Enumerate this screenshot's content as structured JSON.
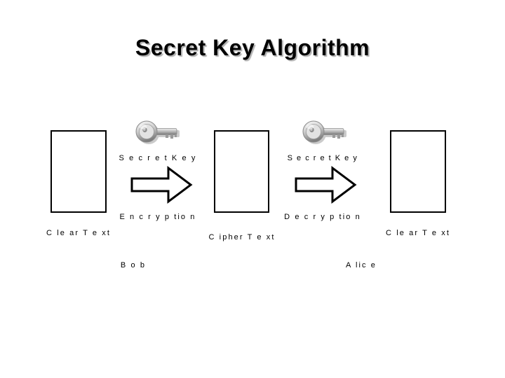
{
  "slide": {
    "title": "Secret Key Algorithm",
    "background_color": "#ffffff",
    "title_color": "#000000",
    "title_shadow_color": "#b0b0b0",
    "outline_color": "#000000"
  },
  "diagram": {
    "type": "symmetric-encryption-flow",
    "boxes": [
      {
        "id": "clear-text-left",
        "label": "C le ar T e xt"
      },
      {
        "id": "cipher-text",
        "label": "C ipher T e xt"
      },
      {
        "id": "clear-text-right",
        "label": "C le ar T e xt"
      }
    ],
    "stages": [
      {
        "id": "encryption",
        "key_label": "S e c r e t   K e y",
        "operation_label": "E n c r y p tio n",
        "actor": "B o b",
        "key_icon": "key-icon",
        "arrow_icon": "block-arrow-right-icon"
      },
      {
        "id": "decryption",
        "key_label": "S e c r e t K e y",
        "operation_label": "D e c r y p tio n",
        "actor": "A lic e",
        "key_icon": "key-icon",
        "arrow_icon": "block-arrow-right-icon"
      }
    ],
    "key_icon_colors": {
      "highlight": "#f2f2f2",
      "mid": "#b8b8b8",
      "shadow": "#6e6e6e",
      "outline": "#8a8a8a"
    }
  }
}
